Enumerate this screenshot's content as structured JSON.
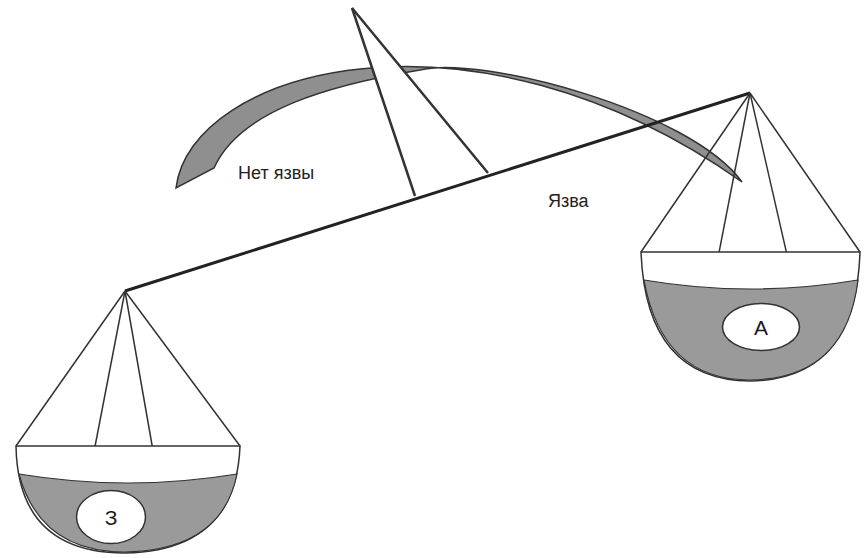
{
  "diagram": {
    "nodes": [
      {
        "text": [
          "З"
        ]
      },
      {
        "text": [
          "А"
        ]
      }
    ],
    "labels": [
      "Нет язвы",
      "Язва"
    ]
  }
}
